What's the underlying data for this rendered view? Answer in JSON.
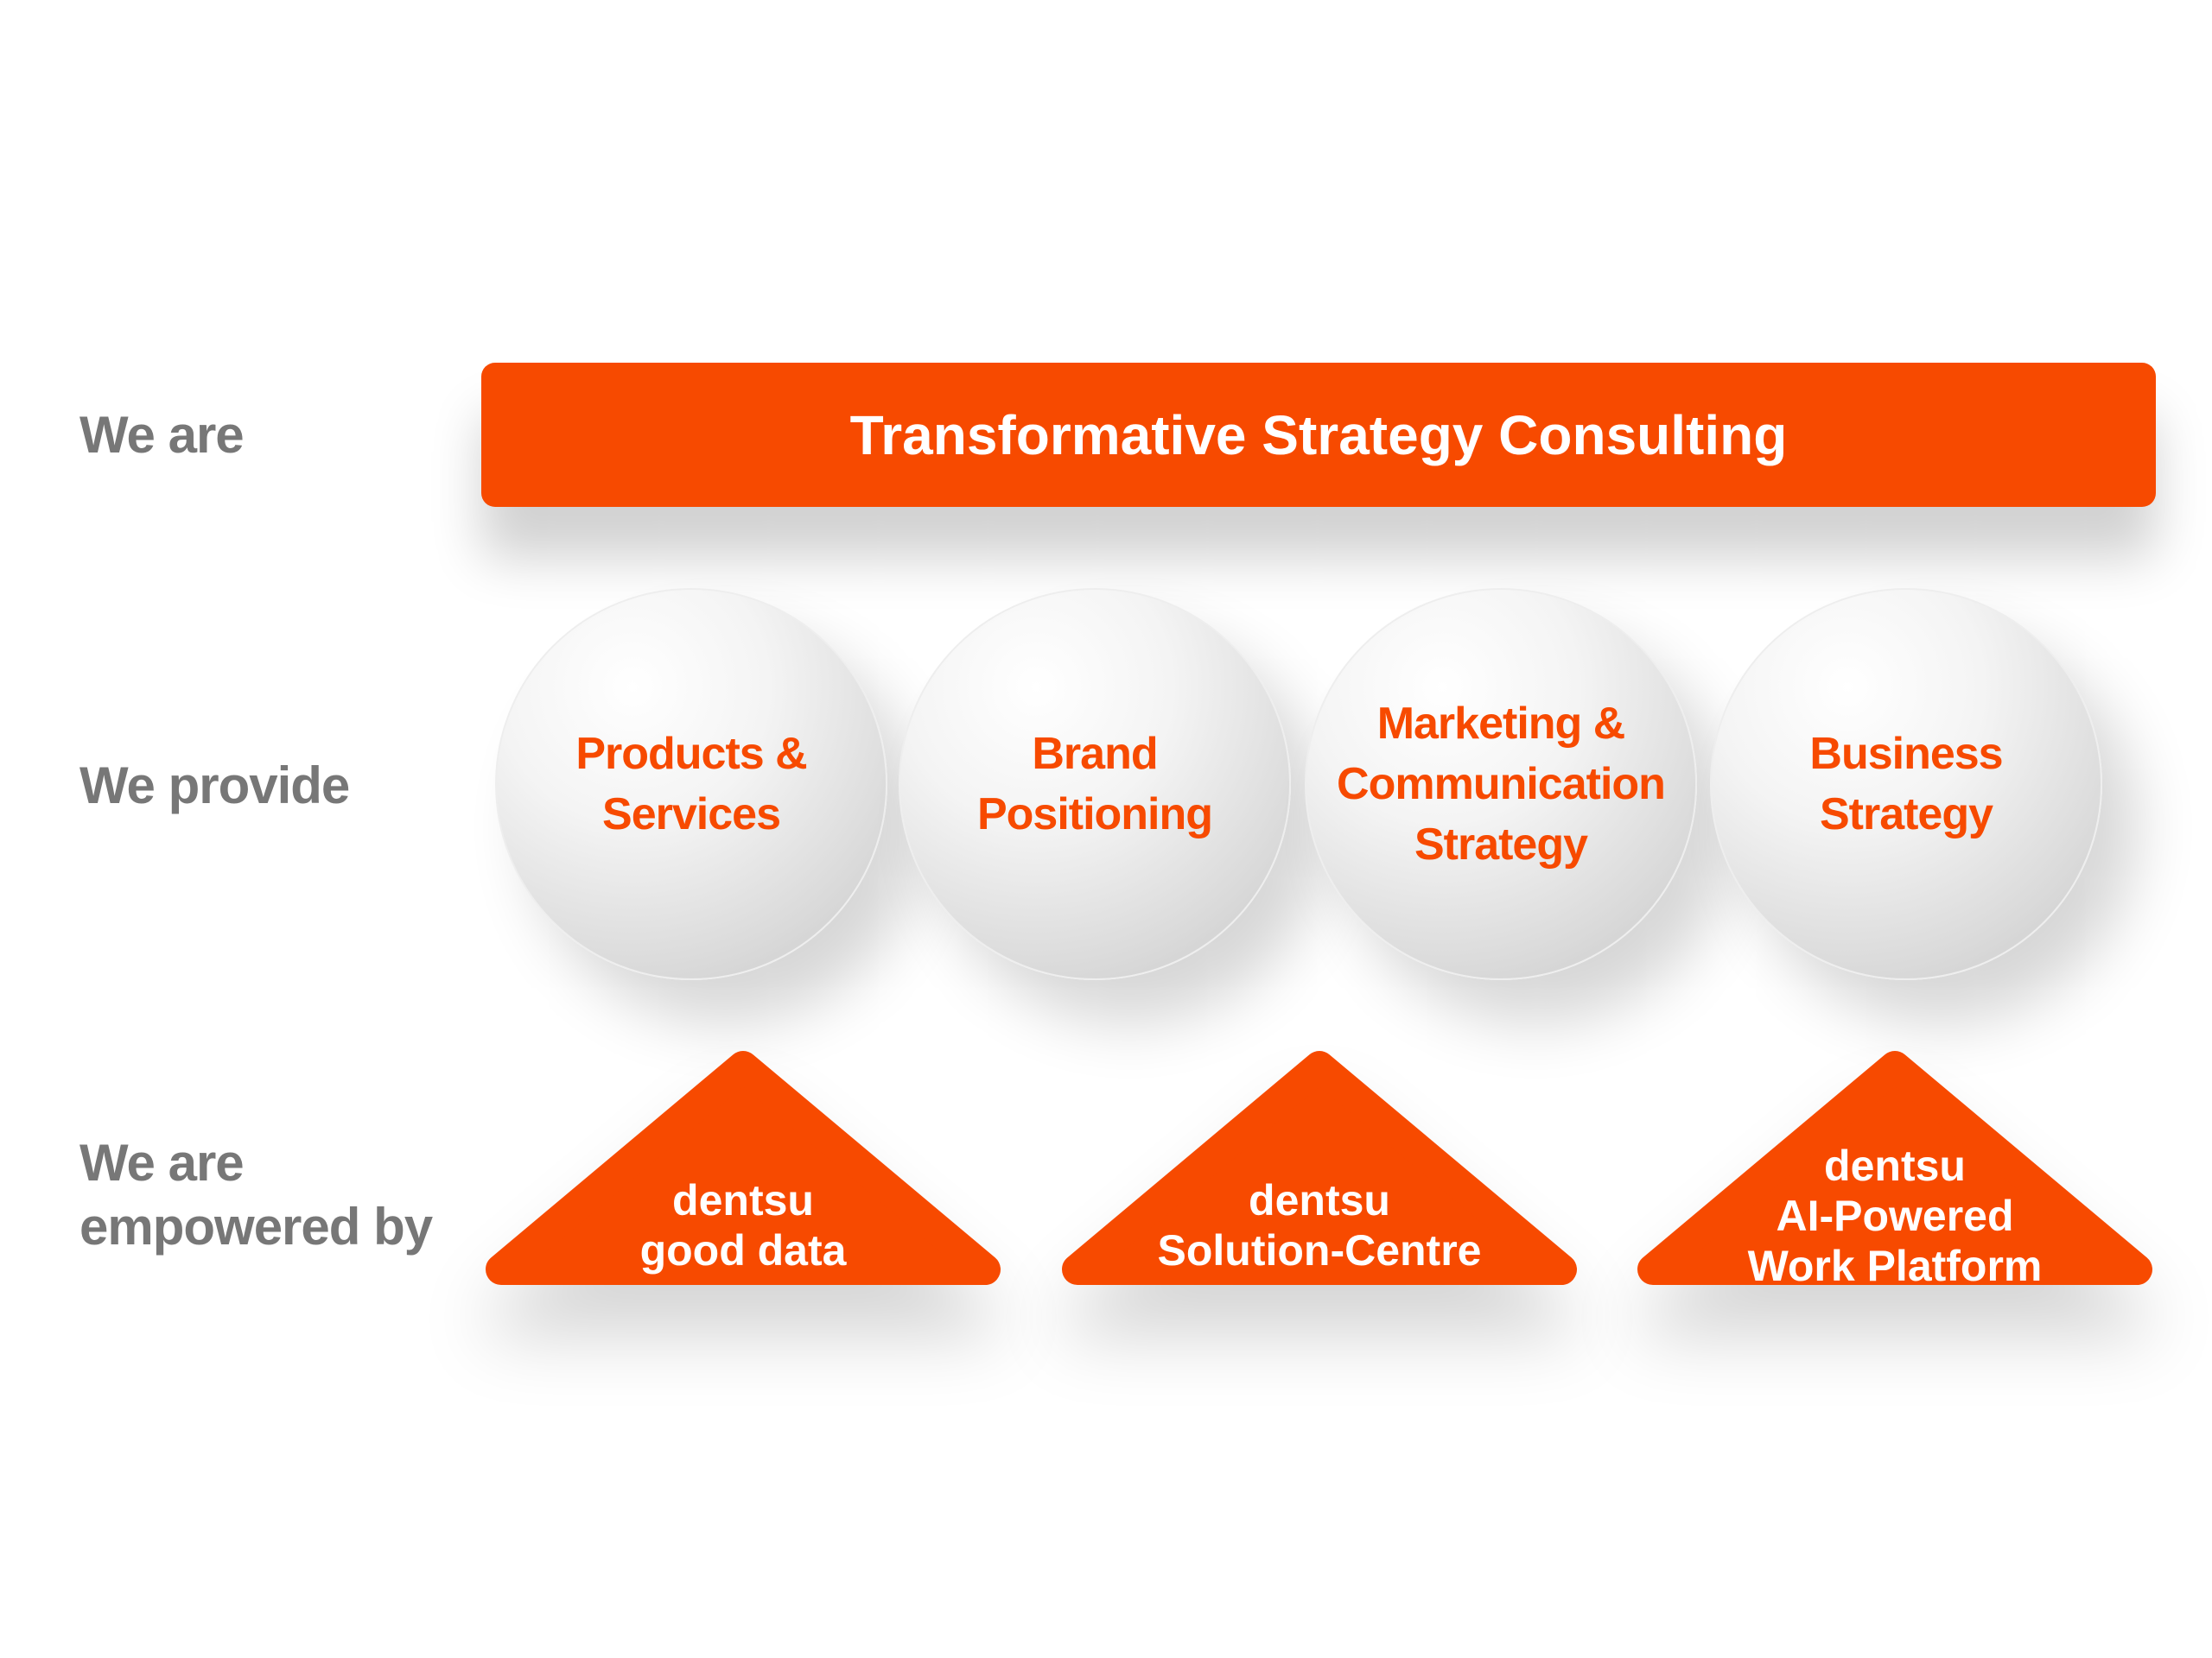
{
  "rows": {
    "we_are": "We are",
    "we_provide": "We provide",
    "empowered_line1": "We are",
    "empowered_line2": "empowered by"
  },
  "banner": {
    "title": "Transformative Strategy Consulting"
  },
  "services": [
    {
      "line1": "Products &",
      "line2": "Services",
      "line3": ""
    },
    {
      "line1": "Brand",
      "line2": "Positioning",
      "line3": ""
    },
    {
      "line1": "Marketing &",
      "line2": "Communication",
      "line3": "Strategy"
    },
    {
      "line1": "Business",
      "line2": "Strategy",
      "line3": ""
    }
  ],
  "platforms": [
    {
      "line1": "dentsu",
      "line2": "good data",
      "line3": ""
    },
    {
      "line1": "dentsu",
      "line2": "Solution-Centre",
      "line3": ""
    },
    {
      "line1": "dentsu",
      "line2": "AI-Powered",
      "line3": "Work Platform"
    }
  ],
  "colors": {
    "accent": "#F74A00",
    "label": "#777777"
  }
}
